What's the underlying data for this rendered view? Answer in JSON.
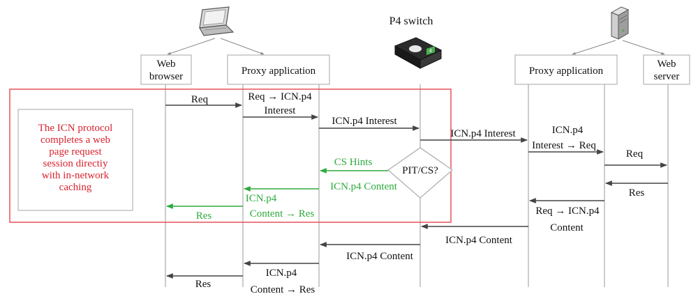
{
  "colors": {
    "line": "#444444",
    "lifeline": "#aaaaaa",
    "green": "#2eaa3e",
    "red_box": "#e8505a",
    "red_text": "#d9232e",
    "gray_box": "#b5b5b5"
  },
  "title_switch": "P4 switch",
  "icons": {
    "laptop": "laptop-icon",
    "switch": "p4-switch-icon",
    "server": "server-tower-icon"
  },
  "actors": {
    "browser_l1": "Web",
    "browser_l2": "browser",
    "proxy_left": "Proxy application",
    "proxy_right": "Proxy application",
    "server_l1": "Web",
    "server_l2": "server"
  },
  "note": {
    "lines": [
      "The ICN protocol",
      "completes a web",
      "page request",
      "session directiy",
      "with in-network",
      "caching"
    ]
  },
  "decision": "PIT/CS?",
  "labels": {
    "req1": "Req",
    "req_to_icn_l1": "Req → ICN.p4",
    "req_to_icn_l2": "Interest",
    "icn_interest_a": "ICN.p4 Interest",
    "icn_interest_b": "ICN.p4 Interest",
    "interest_to_req_l1": "ICN.p4",
    "interest_to_req_l2": "Interest → Req",
    "req2": "Req",
    "res_srv": "Res",
    "cs_hints": "CS Hints",
    "icn_content_green": "ICN.p4 Content",
    "content_res_green_l1": "ICN.p4",
    "content_res_green_l2": "Content → Res",
    "res_green": "Res",
    "req_to_content_l1": "Req → ICN.p4",
    "req_to_content_l2": "Content",
    "icn_content_b1": "ICN.p4 Content",
    "icn_content_b2": "ICN.p4 Content",
    "content_res_l1": "ICN.p4",
    "content_res_l2": "Content → Res",
    "res_final": "Res"
  }
}
